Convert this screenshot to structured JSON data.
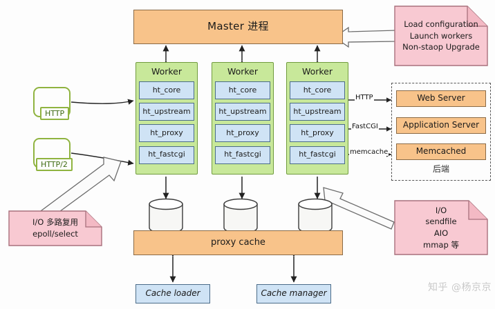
{
  "diagram": {
    "title_master": "Master 进程",
    "proxy_cache_label": "proxy cache",
    "backend_caption": "后端",
    "watermark": "知乎 @杨京京"
  },
  "workers": [
    {
      "title": "Worker",
      "modules": [
        "ht_core",
        "ht_upstream",
        "ht_proxy",
        "ht_fastcgi"
      ]
    },
    {
      "title": "Worker",
      "modules": [
        "ht_core",
        "ht_upstream",
        "ht_proxy",
        "ht_fastcgi"
      ]
    },
    {
      "title": "Worker",
      "modules": [
        "ht_core",
        "ht_upstream",
        "ht_proxy",
        "ht_fastcgi"
      ]
    }
  ],
  "protocols": [
    {
      "label": "HTTP"
    },
    {
      "label": "HTTP/2"
    }
  ],
  "backends": [
    {
      "label": "Web Server"
    },
    {
      "label": "Application Server"
    },
    {
      "label": "Memcached"
    }
  ],
  "connector_labels": {
    "http": "HTTP",
    "fastcgi": "FastCGI",
    "memcache": "memcache"
  },
  "cache_processes": [
    {
      "label": "Cache loader"
    },
    {
      "label": "Cache manager"
    }
  ],
  "notes": {
    "top_right": {
      "lines": [
        "Load configuration",
        "Launch workers",
        "Non-staop Upgrade"
      ],
      "line1": "Load configuration",
      "line2": "Launch workers",
      "line3": "Non-staop Upgrade"
    },
    "bottom_right": {
      "lines": [
        "I/O",
        "sendfile",
        "AIO",
        "mmap 等"
      ],
      "line1": "I/O",
      "line2": "sendfile",
      "line3": "AIO",
      "line4": "mmap 等"
    },
    "bottom_left": {
      "lines": [
        "I/O 多路复用",
        "epoll/select"
      ],
      "line1": "I/O 多路复用",
      "line2": "epoll/select"
    }
  },
  "colors": {
    "orange": "#f8c38a",
    "green": "#c8e89a",
    "blue": "#cfe3f5",
    "pink": "#f8c9d2",
    "stroke": "#4a4a4a",
    "green_stroke": "#8fb33f"
  },
  "cylinders": [
    {
      "name": "cache-store-1"
    },
    {
      "name": "cache-store-2"
    },
    {
      "name": "cache-store-3"
    }
  ]
}
